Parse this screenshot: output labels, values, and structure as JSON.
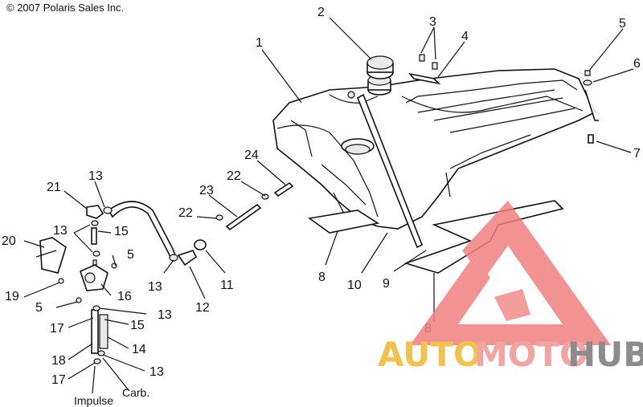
{
  "copyright": "© 2007 Polaris Sales Inc.",
  "callouts": {
    "c1": "1",
    "c2": "2",
    "c3": "3",
    "c4": "4",
    "c5a": "5",
    "c6": "6",
    "c7": "7",
    "c8a": "8",
    "c8b": "8",
    "c9": "9",
    "c10": "10",
    "c11": "11",
    "c12": "12",
    "c13a": "13",
    "c13b": "13",
    "c13c": "13",
    "c13d": "13",
    "c13e": "13",
    "c14": "14",
    "c15a": "15",
    "c15b": "15",
    "c16": "16",
    "c17a": "17",
    "c17b": "17",
    "c18": "18",
    "c19": "19",
    "c20": "20",
    "c21": "21",
    "c22a": "22",
    "c22b": "22",
    "c23": "23",
    "c24": "24",
    "c5b": "5",
    "c5c": "5"
  },
  "hose_labels": {
    "impulse": "Impulse",
    "carb": "Carb."
  },
  "watermark": {
    "auto": "AUTO",
    "moto": "MOTO",
    "hub": "HUB",
    "colors": {
      "auto": "#f2c14e",
      "moto": "#f4a3a3",
      "hub": "#8c8c8c",
      "logo": "#f08080"
    }
  }
}
